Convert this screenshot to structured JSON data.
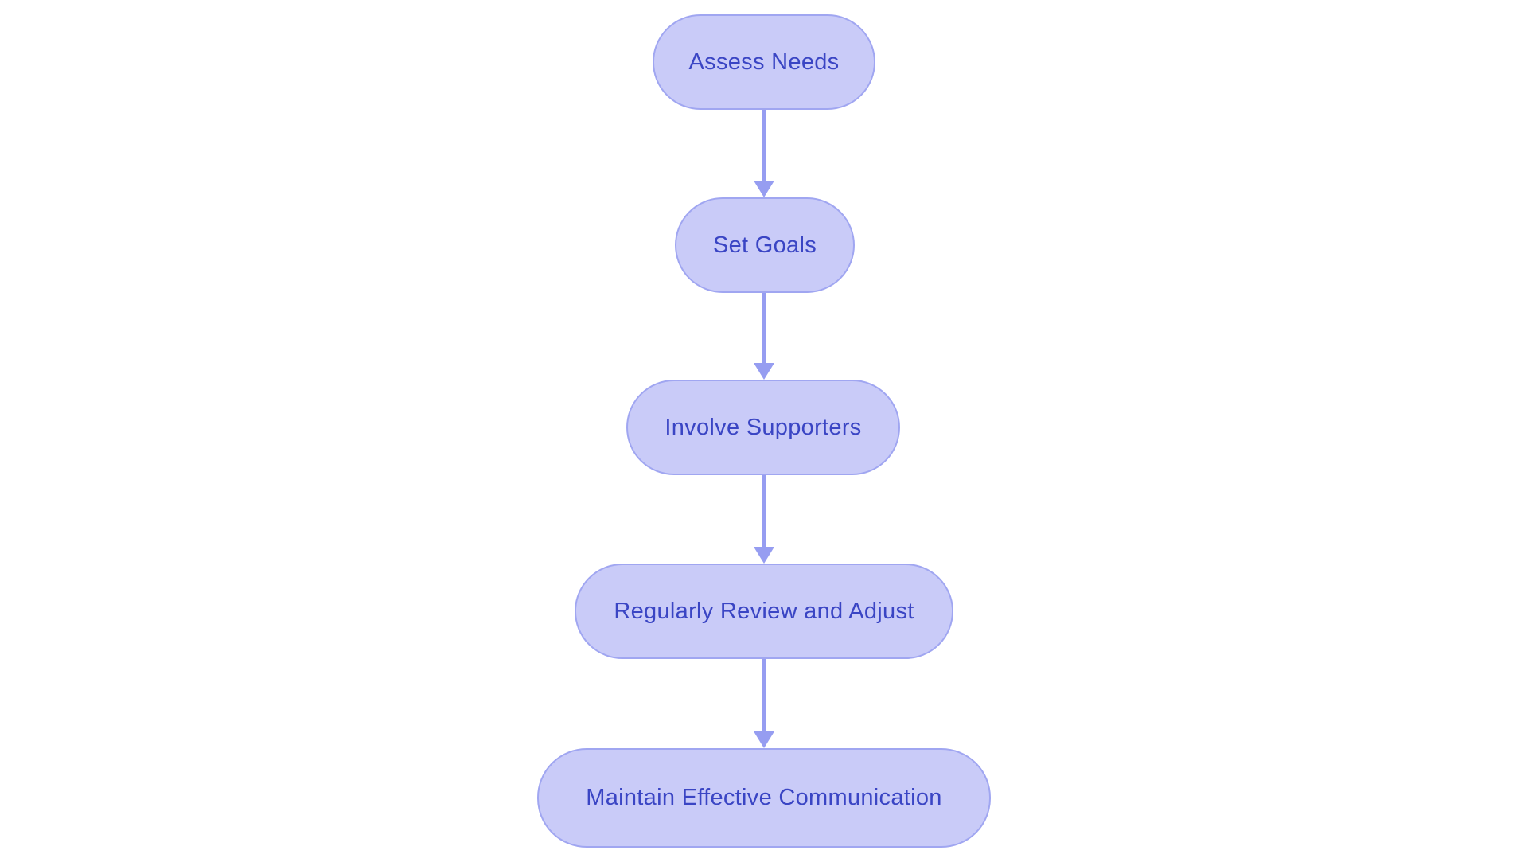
{
  "flowchart": {
    "type": "flowchart",
    "direction": "top-down",
    "background": "#FFFFFF",
    "nodes": [
      {
        "id": "assess-needs",
        "label": "Assess Needs"
      },
      {
        "id": "set-goals",
        "label": "Set Goals"
      },
      {
        "id": "involve-supporters",
        "label": "Involve Supporters"
      },
      {
        "id": "regularly-review-and-adjust",
        "label": "Regularly Review and Adjust"
      },
      {
        "id": "maintain-effective-communication",
        "label": "Maintain Effective Communication"
      }
    ],
    "edges": [
      {
        "from": "assess-needs",
        "to": "set-goals"
      },
      {
        "from": "set-goals",
        "to": "involve-supporters"
      },
      {
        "from": "involve-supporters",
        "to": "regularly-review-and-adjust"
      },
      {
        "from": "regularly-review-and-adjust",
        "to": "maintain-effective-communication"
      }
    ],
    "colors": {
      "node_fill": "#C9CBF8",
      "node_border": "#A0A6F1",
      "node_text": "#3A45C4",
      "arrow": "#969DF1",
      "background": "#FFFFFF"
    }
  }
}
